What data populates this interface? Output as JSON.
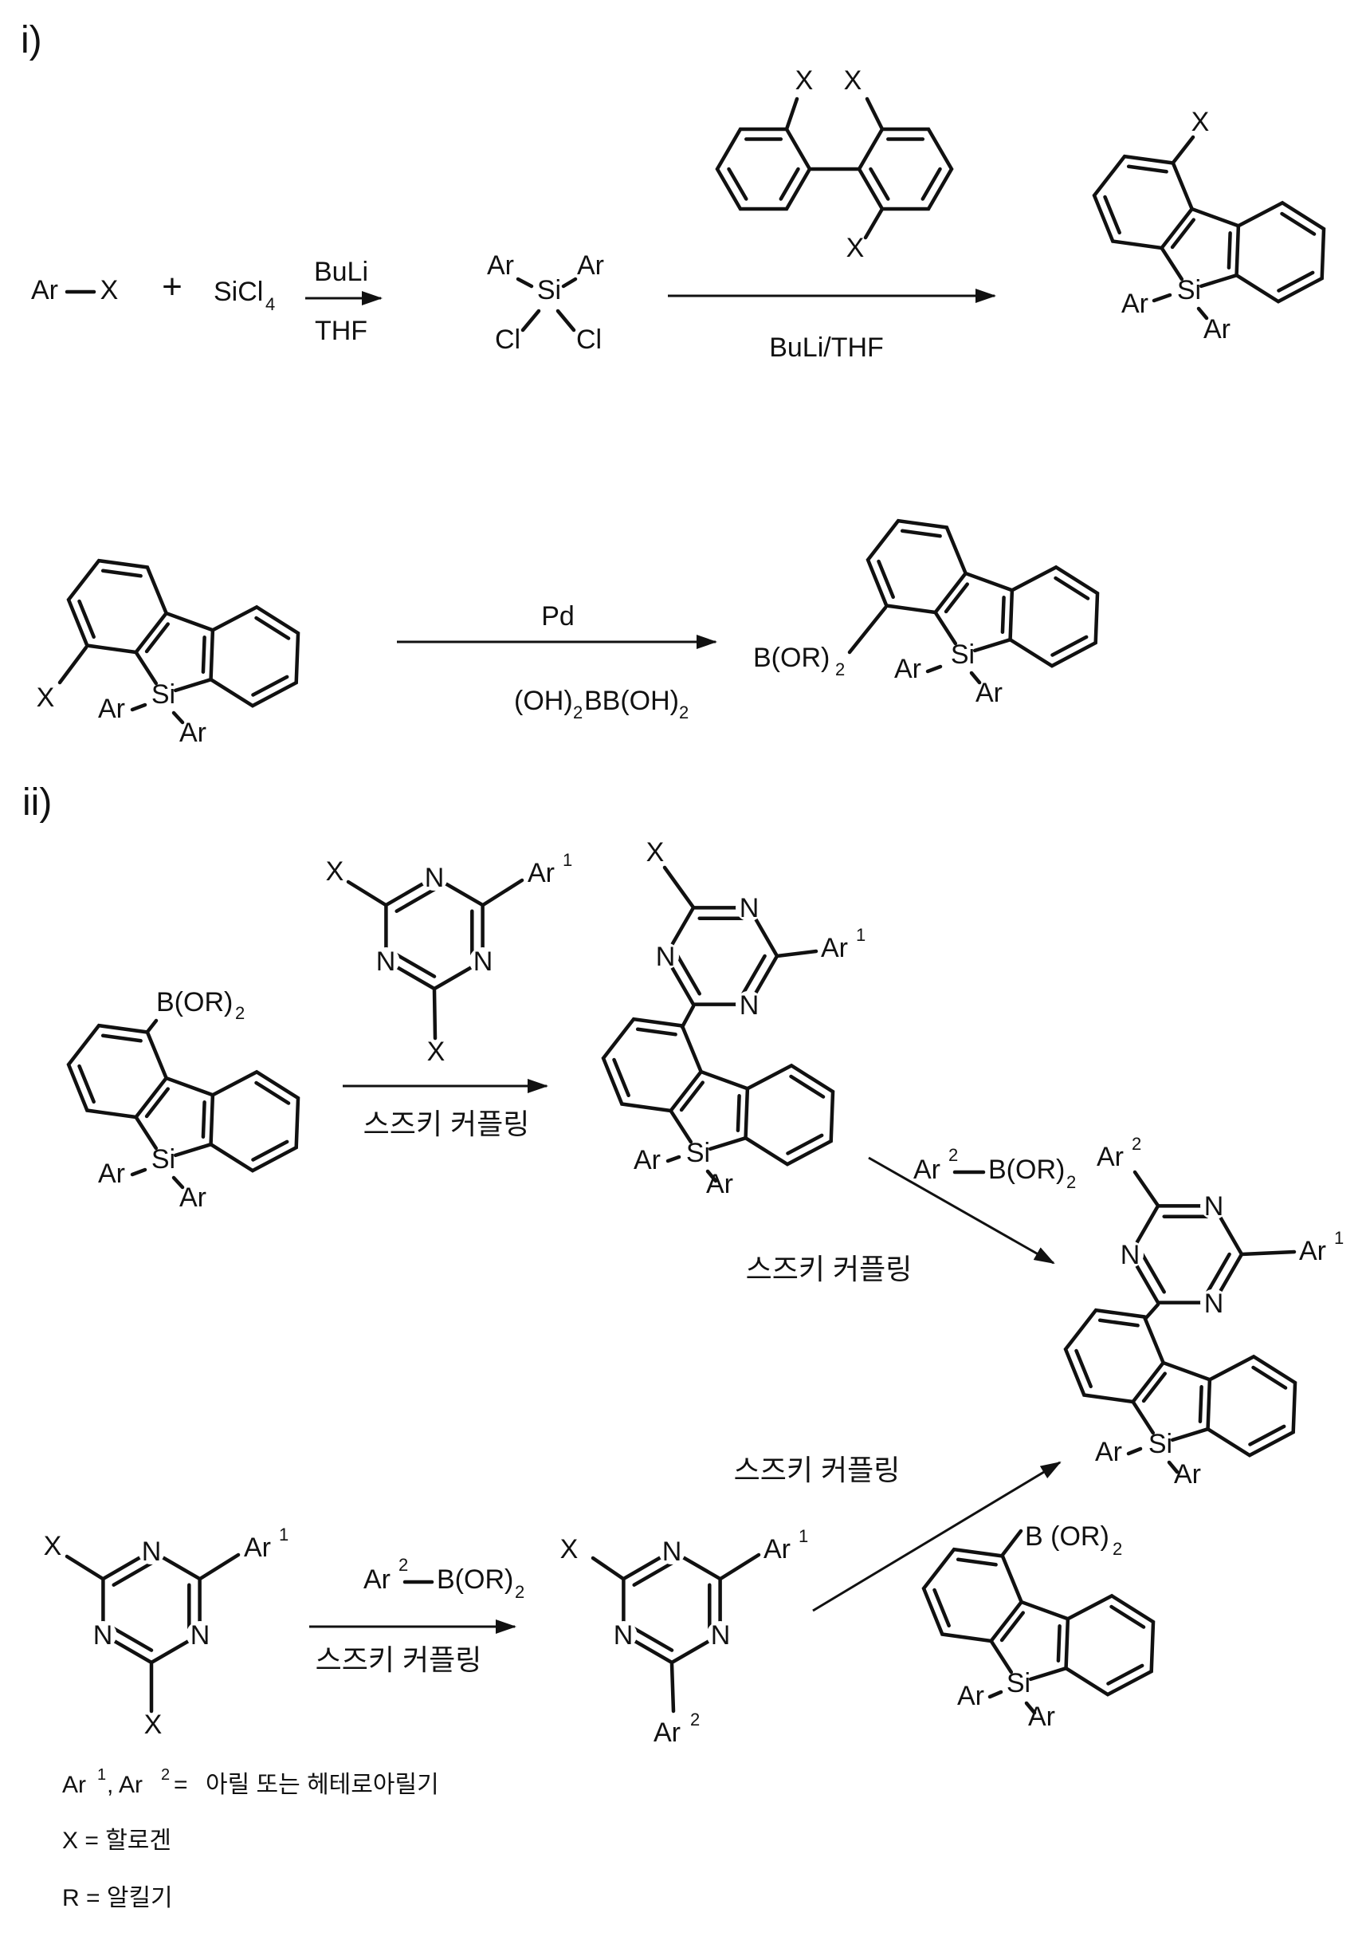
{
  "sections": {
    "part1": "i)",
    "part2": "ii)"
  },
  "atoms": {
    "ar": "Ar",
    "x": "X",
    "si": "Si",
    "cl": "Cl",
    "n": "N",
    "plus": "+"
  },
  "formulas": {
    "sicl": "SiCl",
    "sicl_sub": "4",
    "bor": "B(OR)",
    "bor_spaced": "B (OR)",
    "sub2": "2",
    "sup1": "1",
    "sup2": "2",
    "oh": "(OH)",
    "bboh": "BB(OH)"
  },
  "conditions": {
    "buli": "BuLi",
    "thf": "THF",
    "buli_thf": "BuLi/THF",
    "pd": "Pd",
    "suzuki": "스즈키 커플링"
  },
  "legend": {
    "ar_part": "Ar",
    "sup1": "1",
    "comma_ar": ", Ar",
    "sup2": "2",
    "equals": "=",
    "line1_value": "아릴 또는 헤테로아릴기",
    "line2": "X = 할로겐",
    "line3": "R = 알킬기"
  }
}
